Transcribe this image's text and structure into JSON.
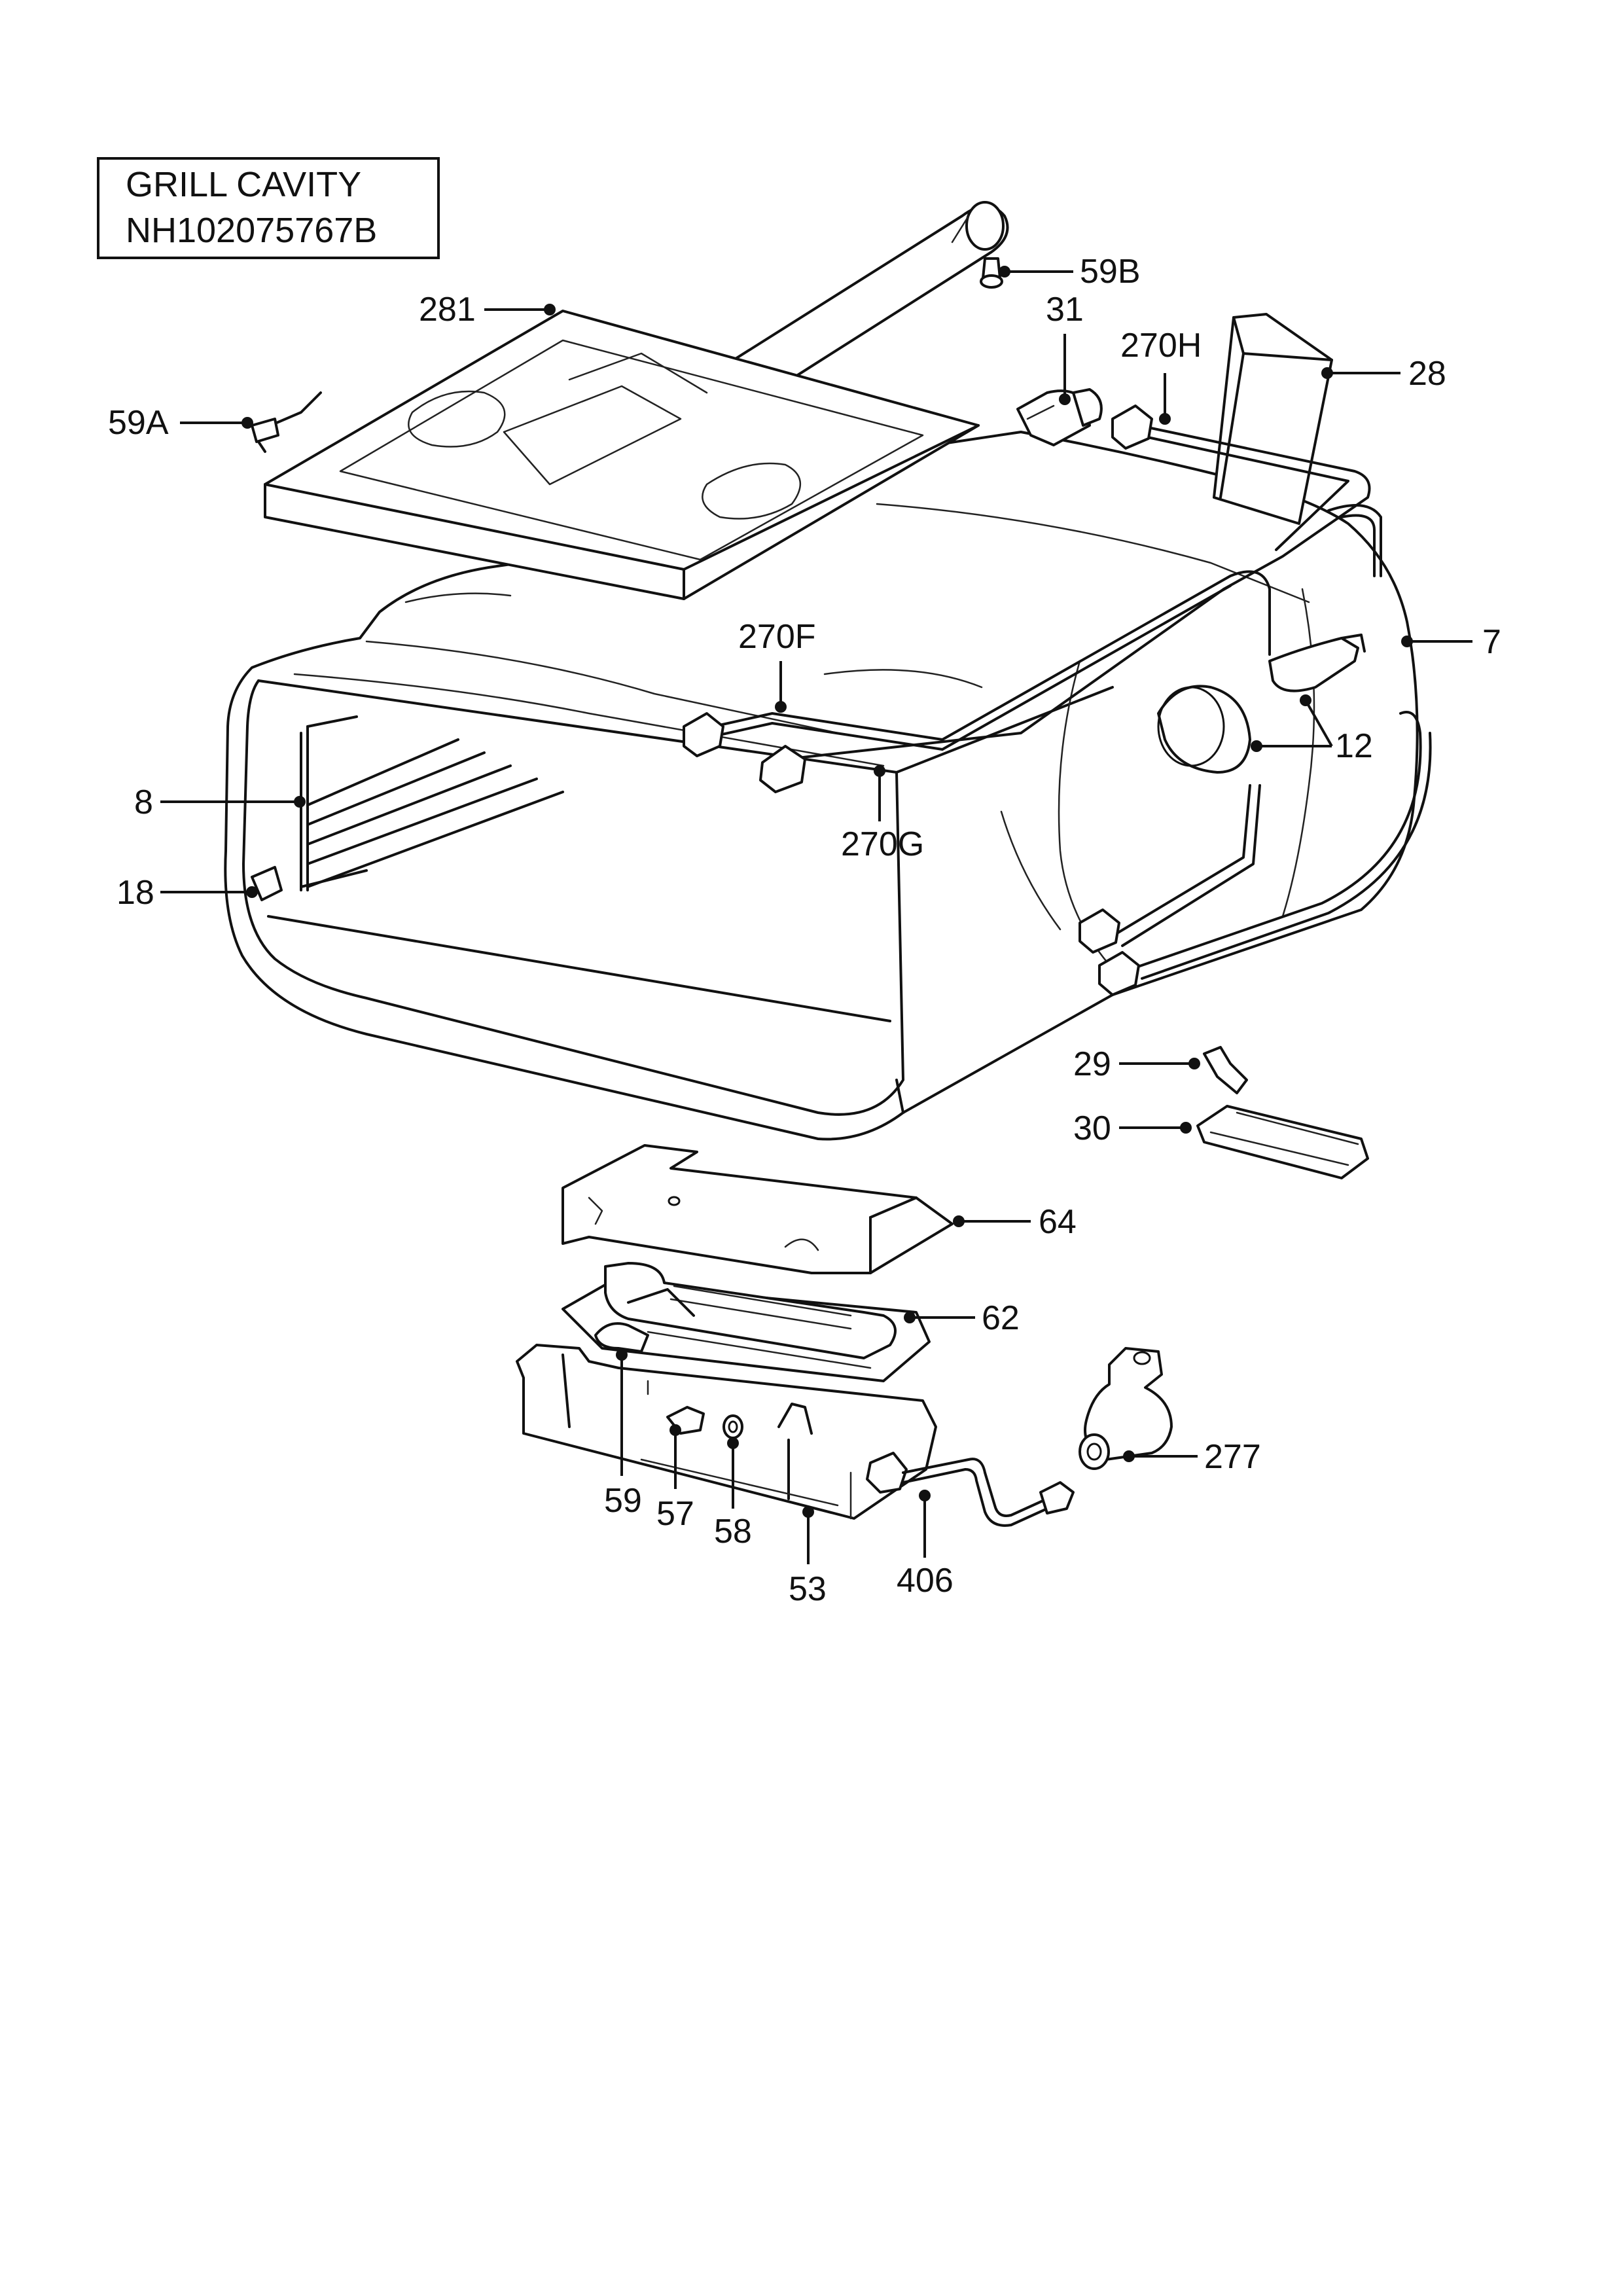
{
  "title": {
    "line1": "GRILL CAVITY",
    "line2": "NH102075767B"
  },
  "callouts": {
    "c59b": "59B",
    "c281": "281",
    "c31": "31",
    "c270h": "270H",
    "c28": "28",
    "c59a": "59A",
    "c7": "7",
    "c270f": "270F",
    "c12": "12",
    "c8": "8",
    "c270g": "270G",
    "c18": "18",
    "c29": "29",
    "c30": "30",
    "c64": "64",
    "c62": "62",
    "c277": "277",
    "c59": "59",
    "c57": "57",
    "c58": "58",
    "c406": "406",
    "c53": "53"
  }
}
